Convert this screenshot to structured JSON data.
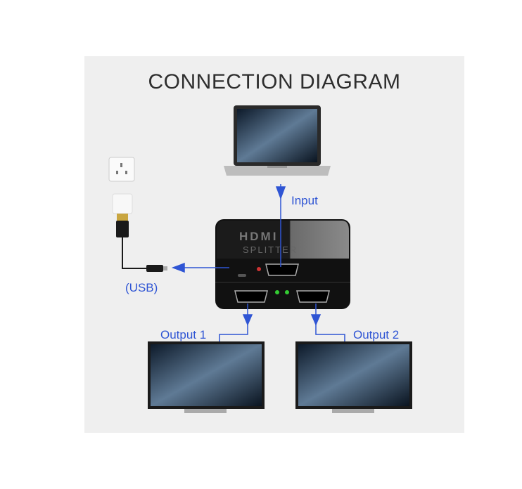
{
  "title": "CONNECTION DIAGRAM",
  "labels": {
    "input": "Input",
    "usb": "(USB)",
    "output1": "Output 1",
    "output2": "Output 2"
  },
  "device": {
    "brand": "HDMI",
    "name": "SPLITTER"
  },
  "colors": {
    "arrow": "#2f55d4",
    "background": "#efefef",
    "device": "#141414"
  }
}
